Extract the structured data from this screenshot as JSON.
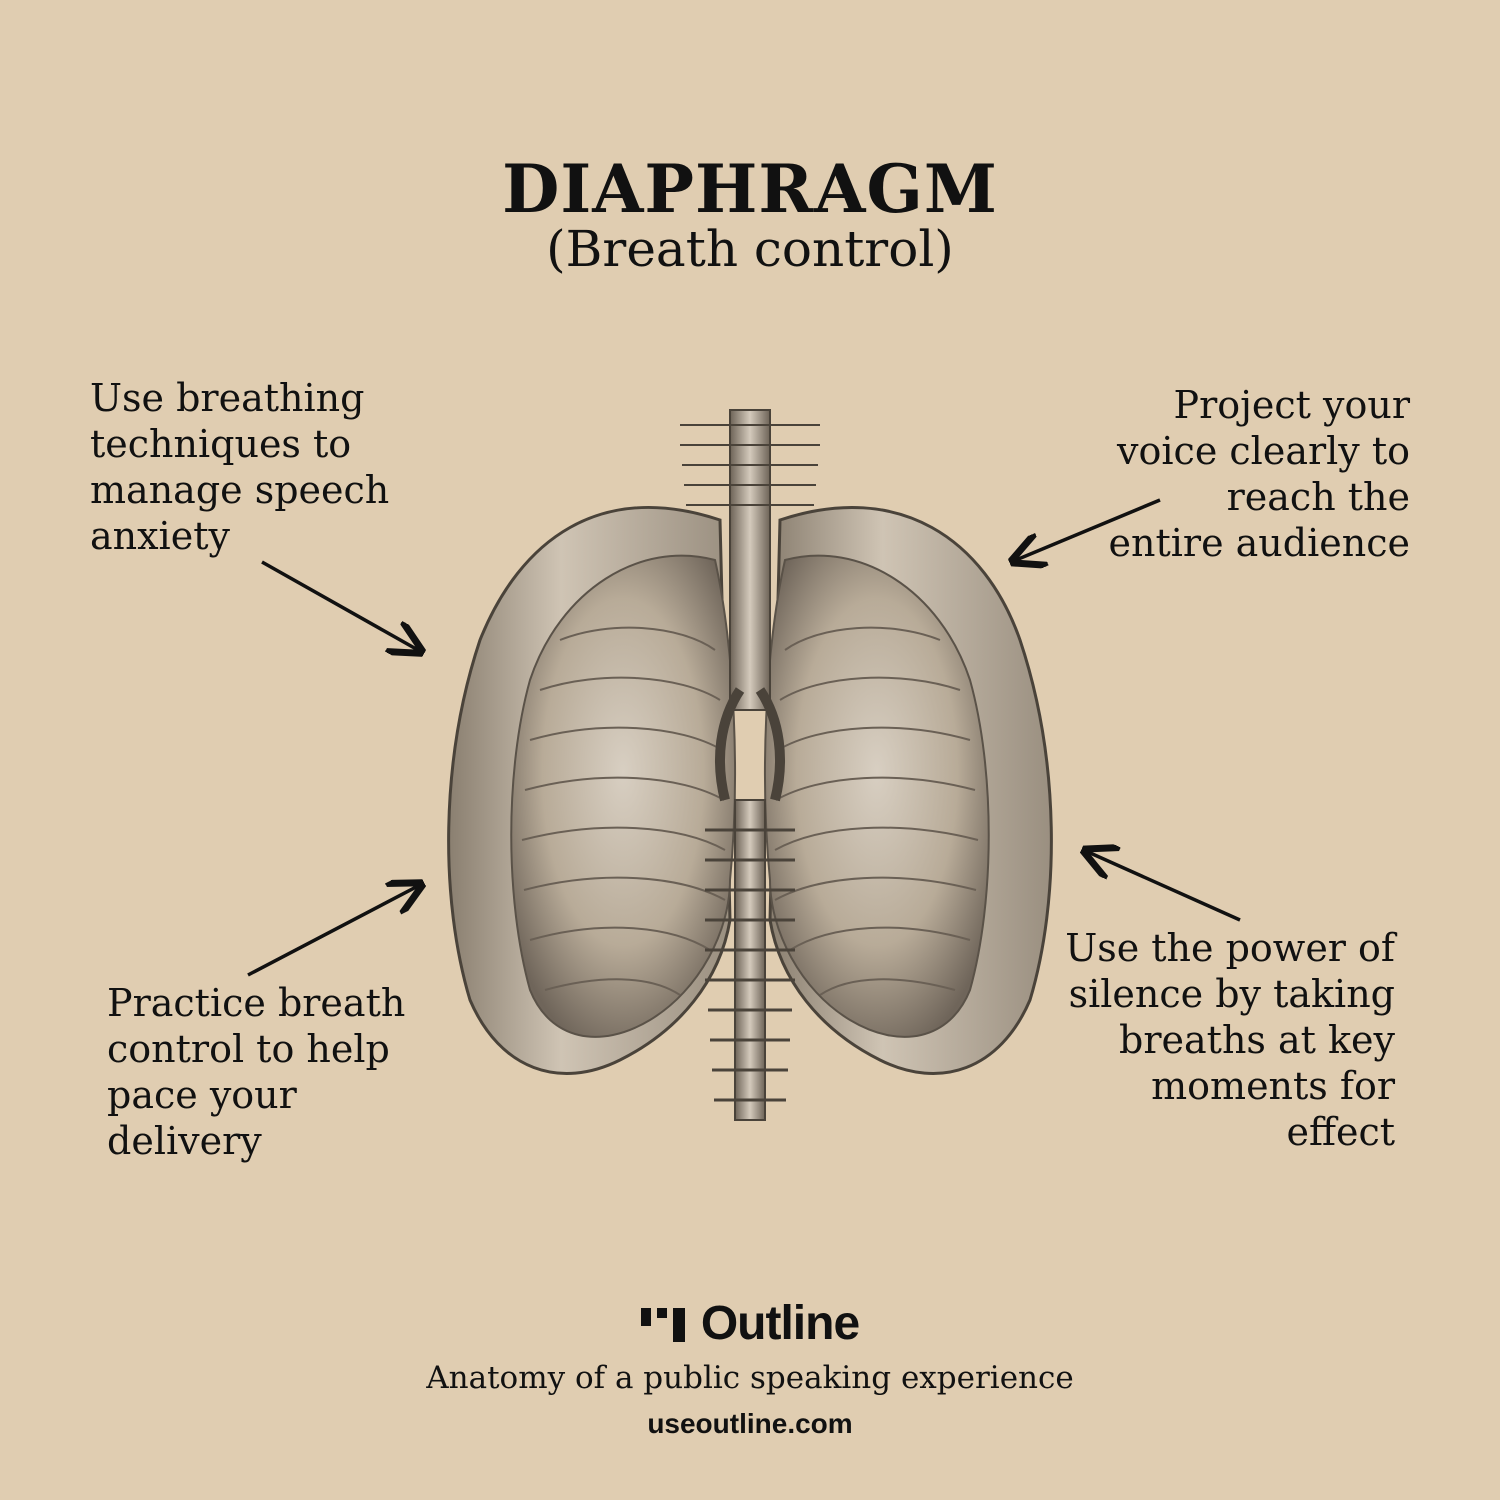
{
  "header": {
    "title": "DIAPHRAGM",
    "subtitle": "(Breath control)"
  },
  "notes": {
    "top_left": "Use breathing techniques to manage speech anxiety",
    "top_right": "Project your voice clearly to reach the entire audience",
    "bottom_left": "Practice breath control to help pace your delivery",
    "bottom_right": "Use the power of silence by taking breaths at key moments for effect"
  },
  "footer": {
    "brand": "Outline",
    "tagline": "Anatomy of a public speaking experience",
    "website": "useoutline.com"
  },
  "colors": {
    "background": "#e0cdb1",
    "ink": "#111111",
    "lung_fill": "#c4b8a6",
    "lung_shadow": "#6f655a"
  },
  "icons": {
    "illustration": "lungs-illustration",
    "logo": "outline-logo-icon"
  }
}
